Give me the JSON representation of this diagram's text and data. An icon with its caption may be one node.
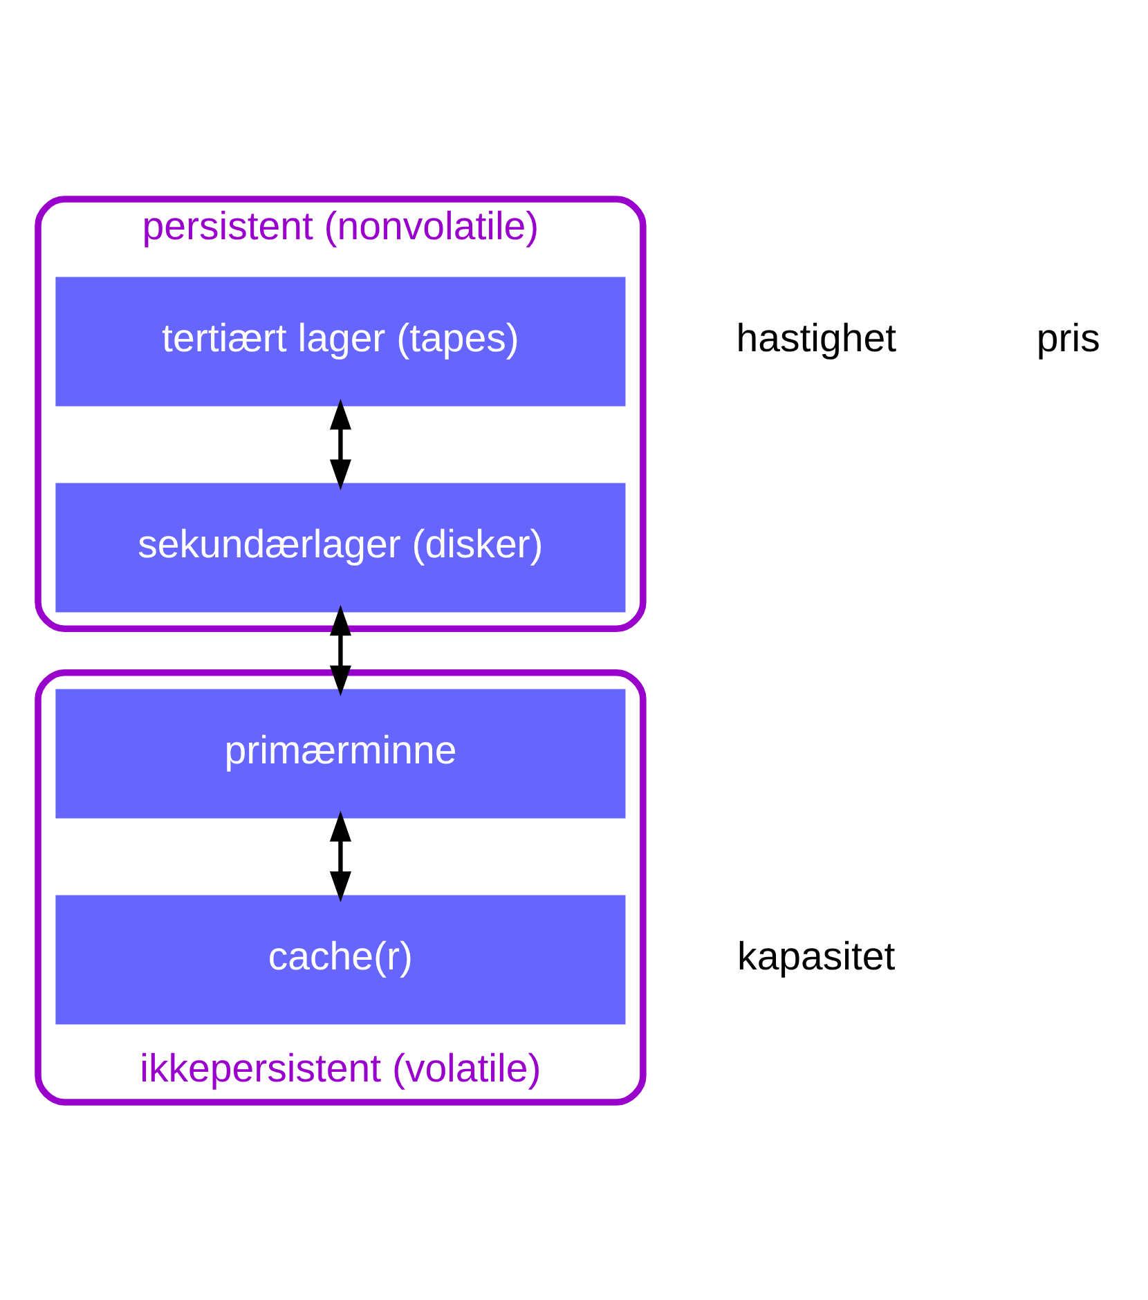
{
  "diagram": {
    "nodes": [
      {
        "text": [
          "persistent (nonvolatile)"
        ]
      },
      {
        "text": [
          "tertiært lager (tapes)"
        ],
        "in": 0
      },
      {
        "text": [
          "sekundærlager (disker)"
        ],
        "in": 0
      },
      {
        "text": [
          "ikkepersistent (volatile)"
        ]
      },
      {
        "text": [
          "primærminne"
        ],
        "in": 3
      },
      {
        "text": [
          "cache(r)"
        ],
        "in": 3
      }
    ],
    "edges": [
      {
        "from": 1,
        "to": 2,
        "arrow": "both"
      },
      {
        "from": 2,
        "to": 4,
        "arrow": "both"
      },
      {
        "from": 4,
        "to": 5,
        "arrow": "both"
      }
    ],
    "labels": [
      "hastighet",
      "pris",
      "kapasitet"
    ]
  }
}
